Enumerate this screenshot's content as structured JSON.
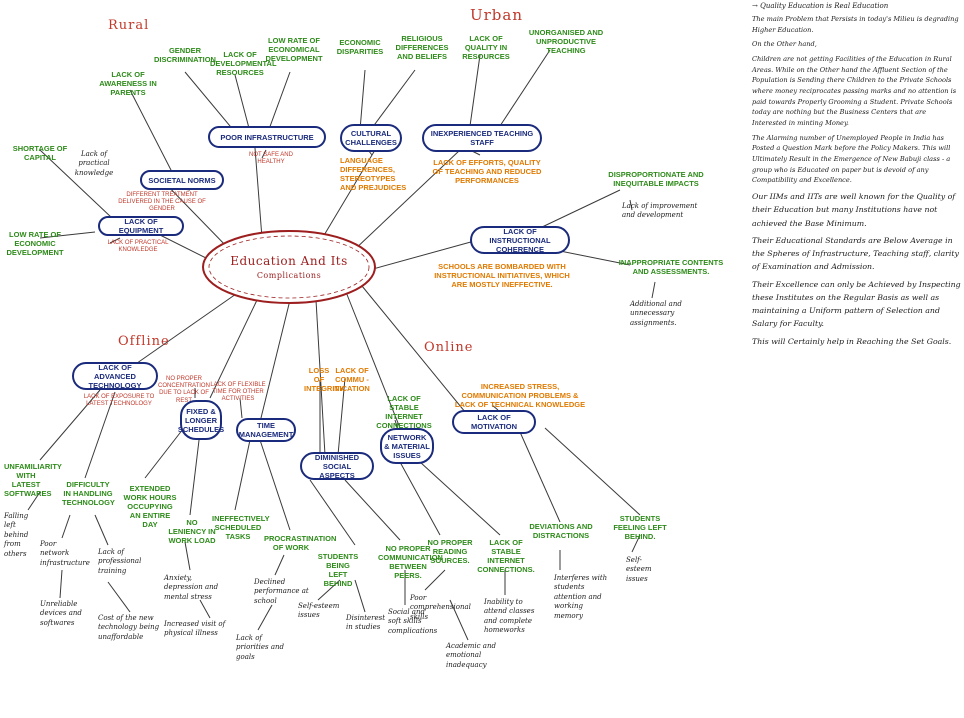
{
  "center": {
    "title": "Education And Its",
    "subtitle": "Complications"
  },
  "regions": {
    "rural": "Rural",
    "urban": "Urban",
    "offline": "Offline",
    "online": "Online"
  },
  "rural": {
    "poor_infrastructure": "Poor Infrastructure",
    "poor_infrastructure_note": "Not safe and healthy",
    "gender_discrimination": "Gender Discrimination",
    "lack_dev_resources": "Lack of Developmental Resources",
    "low_rate_dev": "Low Rate of Economical Development",
    "lack_awareness": "Lack of Awareness in Parents",
    "societal_norms": "Societal Norms",
    "societal_norms_note": "Different treatment delivered in the cause of gender",
    "shortage_capital": "Shortage of Capital",
    "lack_practical": "Lack of practical knowledge",
    "lack_equipment": "Lack of Equipment",
    "lack_equipment_note": "Lack of practical knowledge",
    "low_rate_economic": "Low Rate of Economic Development"
  },
  "urban": {
    "economic_disparities": "Economic Disparities",
    "religious_differences": "Religious Differences and Beliefs",
    "cultural_challenges": "Cultural Challenges",
    "cultural_outcome": "Language Differences, Stereotypes and Prejudices",
    "lack_quality": "Lack of Quality in Resources",
    "unorganised": "Unorganised and Unproductive Teaching",
    "inexperienced": "Inexperienced Teaching Staff",
    "inexperienced_outcome": "Lack of Efforts, Quality of Teaching and Reduced Performances",
    "disproportionate": "Disproportionate and Inequitable Impacts",
    "lack_improvement": "Lack of improvement and development",
    "lack_instructional": "Lack of Instructional Coherence",
    "lack_instructional_outcome": "Schools are bombarded with instructional initiatives, which are mostly ineffective.",
    "inappropriate": "Inappropriate Contents and Assessments.",
    "additional": "Additional and unnecessary assignments."
  },
  "offline": {
    "lack_advanced": "Lack of Advanced Technology",
    "lack_advanced_note": "Lack of exposure to latest technology",
    "no_proper": "No proper concentration due to lack of rest",
    "lack_flexible": "Lack of flexible time for other activities",
    "fixed_schedules": "Fixed & Longer Schedules",
    "time_management": "Time Management",
    "unfamiliarity": "Unfamiliarity with latest softwares",
    "falling_left": "Falling left behind from others",
    "difficulty": "Difficulty in Handling Technology",
    "poor_network": "Poor network infrastructure",
    "unreliable": "Unreliable devices and softwares",
    "lack_prof": "Lack of professional training",
    "cost_tech": "Cost of the new technology being unaffordable",
    "extended": "Extended work hours occupying an entire day",
    "no_leniency": "No leniency in work load",
    "anxiety": "Anxiety, depression and mental stress",
    "increased_visit": "Increased visit of physical illness",
    "ineffectively": "Ineffectively scheduled tasks",
    "procrastination": "Procrastination of work",
    "declined": "Declined performance at school",
    "lack_priorities": "Lack of priorities and goals"
  },
  "online": {
    "loss_integrity": "Loss of Integrity",
    "lack_communication": "Lack of Commu -nication",
    "lack_stable": "Lack of Stable Internet Connections",
    "network_material": "Network & Material Issues",
    "diminished": "Diminished Social Aspects",
    "increased_stress": "Increased stress, communication problems & lack of technical knowledge",
    "lack_motivation": "Lack of Motivation",
    "students_left": "Students being left behind",
    "self_esteem": "Self-esteem issues",
    "disinterest": "Disinterest in studies",
    "no_comm": "No proper communication between peers.",
    "social_soft": "Social and soft skills complications",
    "no_reading": "No proper reading sources.",
    "poor_comp": "Poor comprehensional skills",
    "academic": "Academic and emotional inadequacy",
    "lack_stable2": "Lack of stable internet connections.",
    "inability": "Inability to attend classes and complete homeworks",
    "deviations": "Deviations and distractions",
    "interferes": "Interferes with students attention and working memory",
    "students_feeling": "Students feeling left behind.",
    "self_esteem2": "Self-esteem issues"
  },
  "notes": {
    "heading": "→ Quality Education is Real Education",
    "paragraphs": [
      "The main Problem that Persists in today's Milieu is degrading Higher Education.",
      "On the Other hand,",
      "Children are not getting Facilities of the Education in Rural Areas. While on the Other hand the Affluent Section of the Population is Sending there Children to the Private Schools where money reciprocates passing marks and no attention is paid towards Properly Grooming a Student. Private Schools today are nothing but the Business Centers that are Interested in minting Money.",
      "The Alarming number of Unemployed People in India has Posted a Question Mark before the Policy Makers. This will Ultimately Result in the Emergence of New Babuji class - a group who is Educated on paper but is devoid of any Compatibility and Excellence.",
      "Our IIMs and IITs are well known for the Quality of their Education but many Institutions have not achieved the Base Minimum.",
      "Their Educational Standards are Below Average in the Spheres of Infrastructure, Teaching staff, clarity of Examination and Admission.",
      "Their Excellence can only be Achieved by Inspecting these Institutes on the Regular Basis as well as maintaining a Uniform pattern of Selection and Salary for Faculty.",
      "This will Certainly help in Reaching the Set Goals."
    ]
  },
  "colors": {
    "box": "#1a2a7c",
    "green": "#2e8b1a",
    "orange": "#e07a00",
    "red": "#c0392b",
    "center": "#9c1e1e"
  }
}
